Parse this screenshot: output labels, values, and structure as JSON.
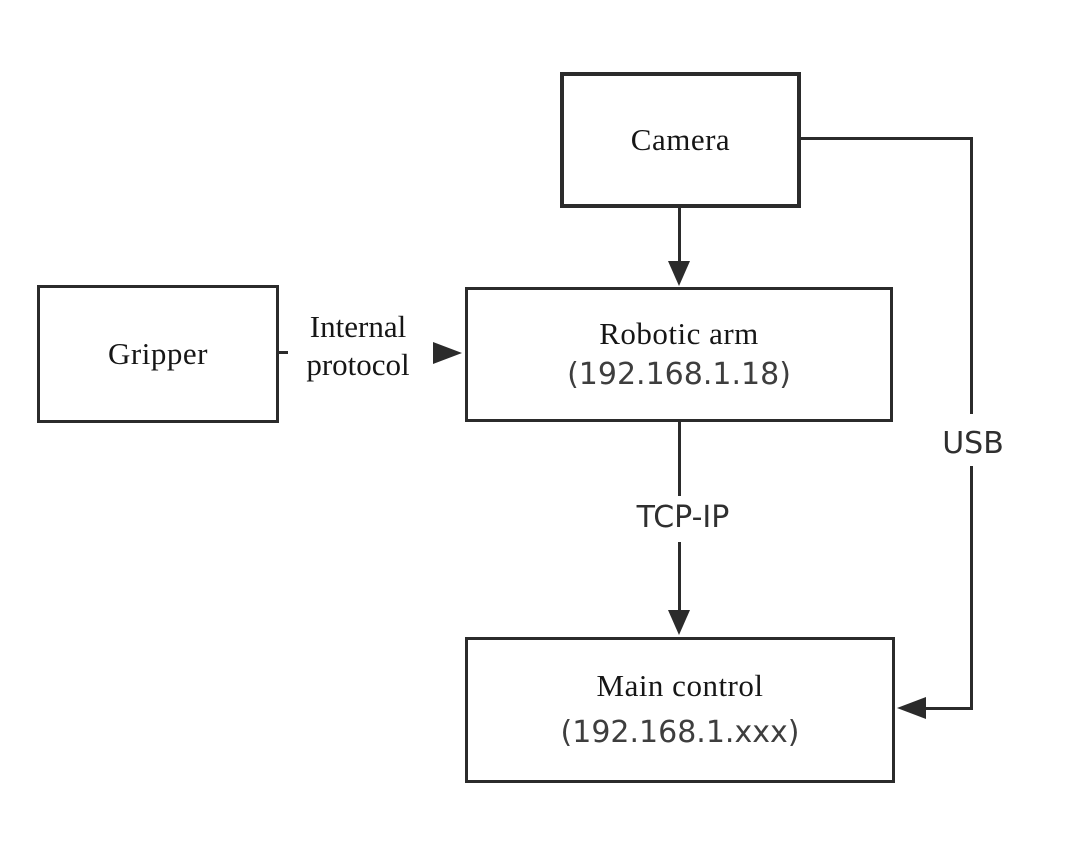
{
  "diagram": {
    "type": "block-diagram",
    "nodes": {
      "camera": {
        "label": "Camera"
      },
      "gripper": {
        "label": "Gripper"
      },
      "robotic_arm": {
        "label": "Robotic arm",
        "address": "(192.168.1.18)"
      },
      "main_control": {
        "label": "Main control",
        "address": "(192.168.1.xxx)"
      }
    },
    "edges": {
      "camera_to_robotic_arm": {
        "from": "Camera",
        "to": "Robotic arm",
        "label": ""
      },
      "gripper_to_robotic_arm": {
        "from": "Gripper",
        "to": "Robotic arm",
        "label": "Internal protocol"
      },
      "robotic_arm_to_main_control": {
        "from": "Robotic arm",
        "to": "Main control",
        "label": "TCP-IP"
      },
      "camera_to_main_control": {
        "from": "Camera",
        "to": "Main control",
        "label": "USB"
      }
    },
    "colors": {
      "line": "#2b2b2b",
      "text": "#161616",
      "address_text": "#3e3e3e",
      "background": "#ffffff"
    }
  }
}
